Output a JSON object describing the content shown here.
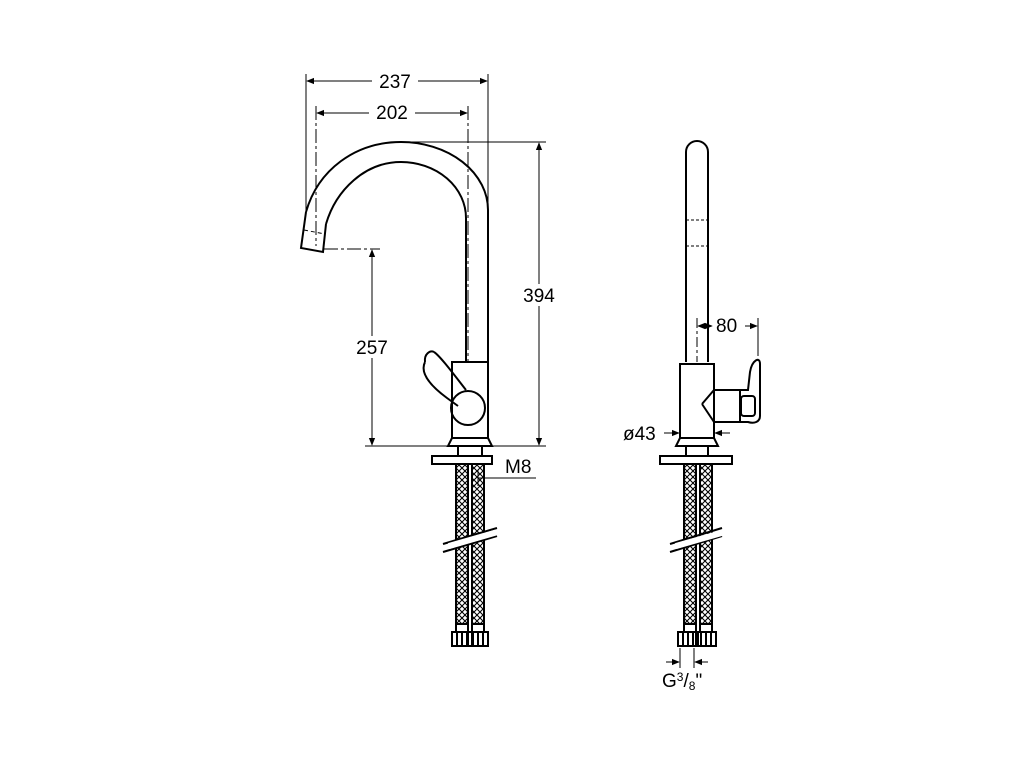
{
  "drawing": {
    "side_view": {
      "overall_width": "237",
      "spout_reach": "202",
      "height": "394",
      "spout_height": "257",
      "thread": "M8"
    },
    "front_view": {
      "handle_offset": "80",
      "body_diameter": "ø43",
      "connection": {
        "prefix": "G",
        "numerator": "3",
        "slash": "/",
        "denominator": "8",
        "suffix": "\""
      }
    }
  },
  "colors": {
    "line": "#000000",
    "background": "#ffffff"
  }
}
